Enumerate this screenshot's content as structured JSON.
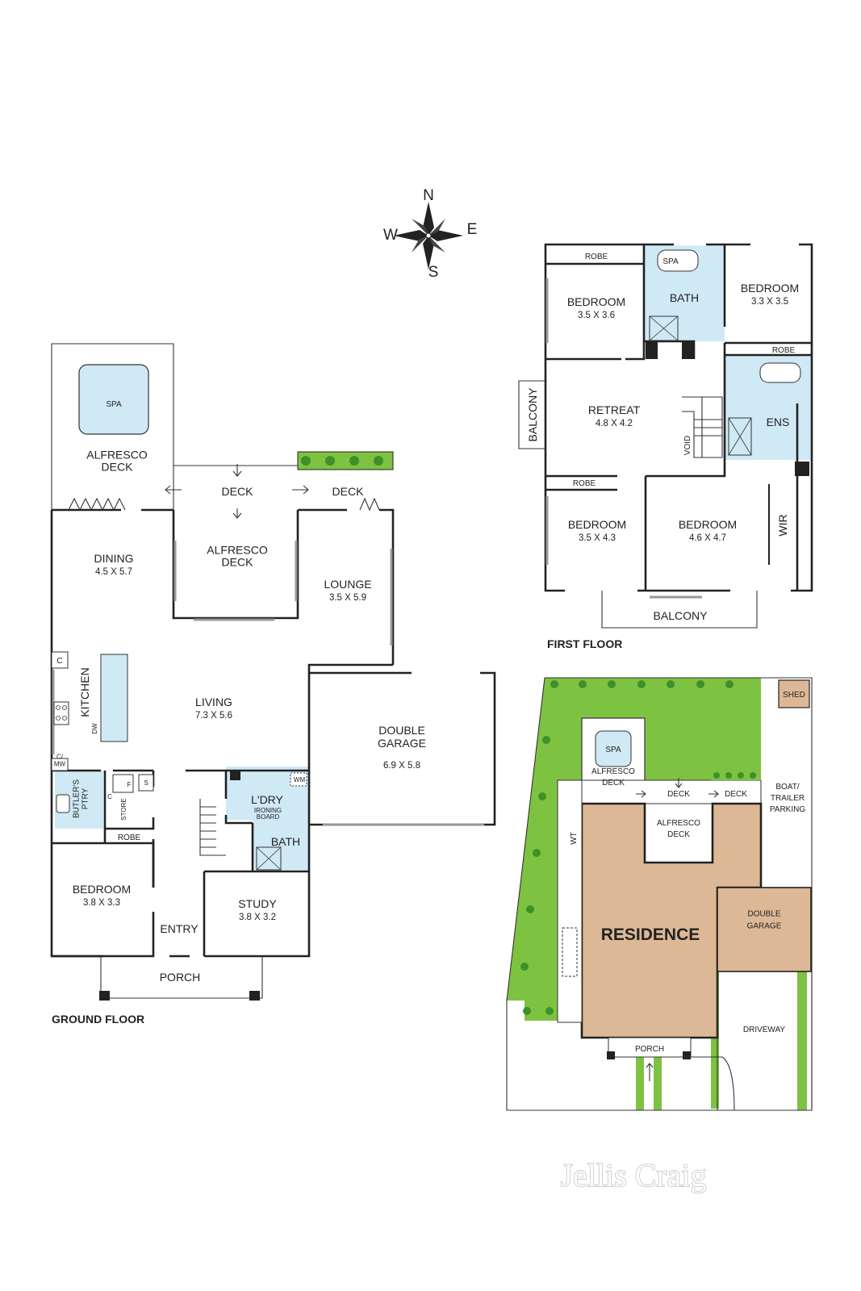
{
  "compass": {
    "n": "N",
    "e": "E",
    "s": "S",
    "w": "W"
  },
  "ground_floor": {
    "title": "GROUND FLOOR",
    "spa": "SPA",
    "alfresco_deck_top": "ALFRESCO\nDECK",
    "deck_mid": "DECK",
    "deck_right": "DECK",
    "dining": {
      "name": "DINING",
      "size": "4.5 X 5.7"
    },
    "alfresco_deck_mid": "ALFRESCO\nDECK",
    "lounge": {
      "name": "LOUNGE",
      "size": "3.5 X 5.9"
    },
    "c_top": "C",
    "kitchen": "KITCHEN",
    "dw": "DW",
    "living": {
      "name": "LIVING",
      "size": "7.3 X 5.6"
    },
    "double_garage": {
      "name": "DOUBLE\nGARAGE",
      "size": "6.9 X 5.8"
    },
    "c_mw": "C/\nMW",
    "butlers_ptry": "BUTLER'S\nPTRY",
    "c_small": "C",
    "store": "STORE",
    "f": "F",
    "s": "S",
    "wm": "WM",
    "laundry": "L'DRY",
    "ironing_board": "IRONING\nBOARD",
    "robe": "ROBE",
    "bath": "BATH",
    "bedroom": {
      "name": "BEDROOM",
      "size": "3.8 X 3.3"
    },
    "study": {
      "name": "STUDY",
      "size": "3.8 X 3.2"
    },
    "entry": "ENTRY",
    "porch": "PORCH"
  },
  "first_floor": {
    "title": "FIRST FLOOR",
    "robe_top": "ROBE",
    "spa": "SPA",
    "bath": "BATH",
    "bedroom_nw": {
      "name": "BEDROOM",
      "size": "3.5 X 3.6"
    },
    "bedroom_ne": {
      "name": "BEDROOM",
      "size": "3.3 X 3.5"
    },
    "robe_ne": "ROBE",
    "balcony_west": "BALCONY",
    "retreat": {
      "name": "RETREAT",
      "size": "4.8 X 4.2"
    },
    "void": "VOID",
    "ens": "ENS",
    "robe_sw": "ROBE",
    "bedroom_sw": {
      "name": "BEDROOM",
      "size": "3.5 X 4.3"
    },
    "bedroom_se": {
      "name": "BEDROOM",
      "size": "4.6 X 4.7"
    },
    "wir": "WIR",
    "balcony_south": "BALCONY"
  },
  "site_plan": {
    "shed": "SHED",
    "spa": "SPA",
    "alfresco_deck": "ALFRESCO\nDECK",
    "deck_1": "DECK",
    "deck_2": "DECK",
    "boat_trailer_parking": "BOAT/\nTRAILER\nPARKING",
    "wt": "WT",
    "alfresco_deck_inner": "ALFRESCO\nDECK",
    "residence": "RESIDENCE",
    "double_garage": "DOUBLE\nGARAGE",
    "driveway": "DRIVEWAY",
    "porch": "PORCH"
  },
  "logo": "Jellis Craig",
  "colors": {
    "wet_area": "#cfe9f5",
    "grass": "#7ec242",
    "residence": "#ddb896",
    "wall": "#222222"
  }
}
